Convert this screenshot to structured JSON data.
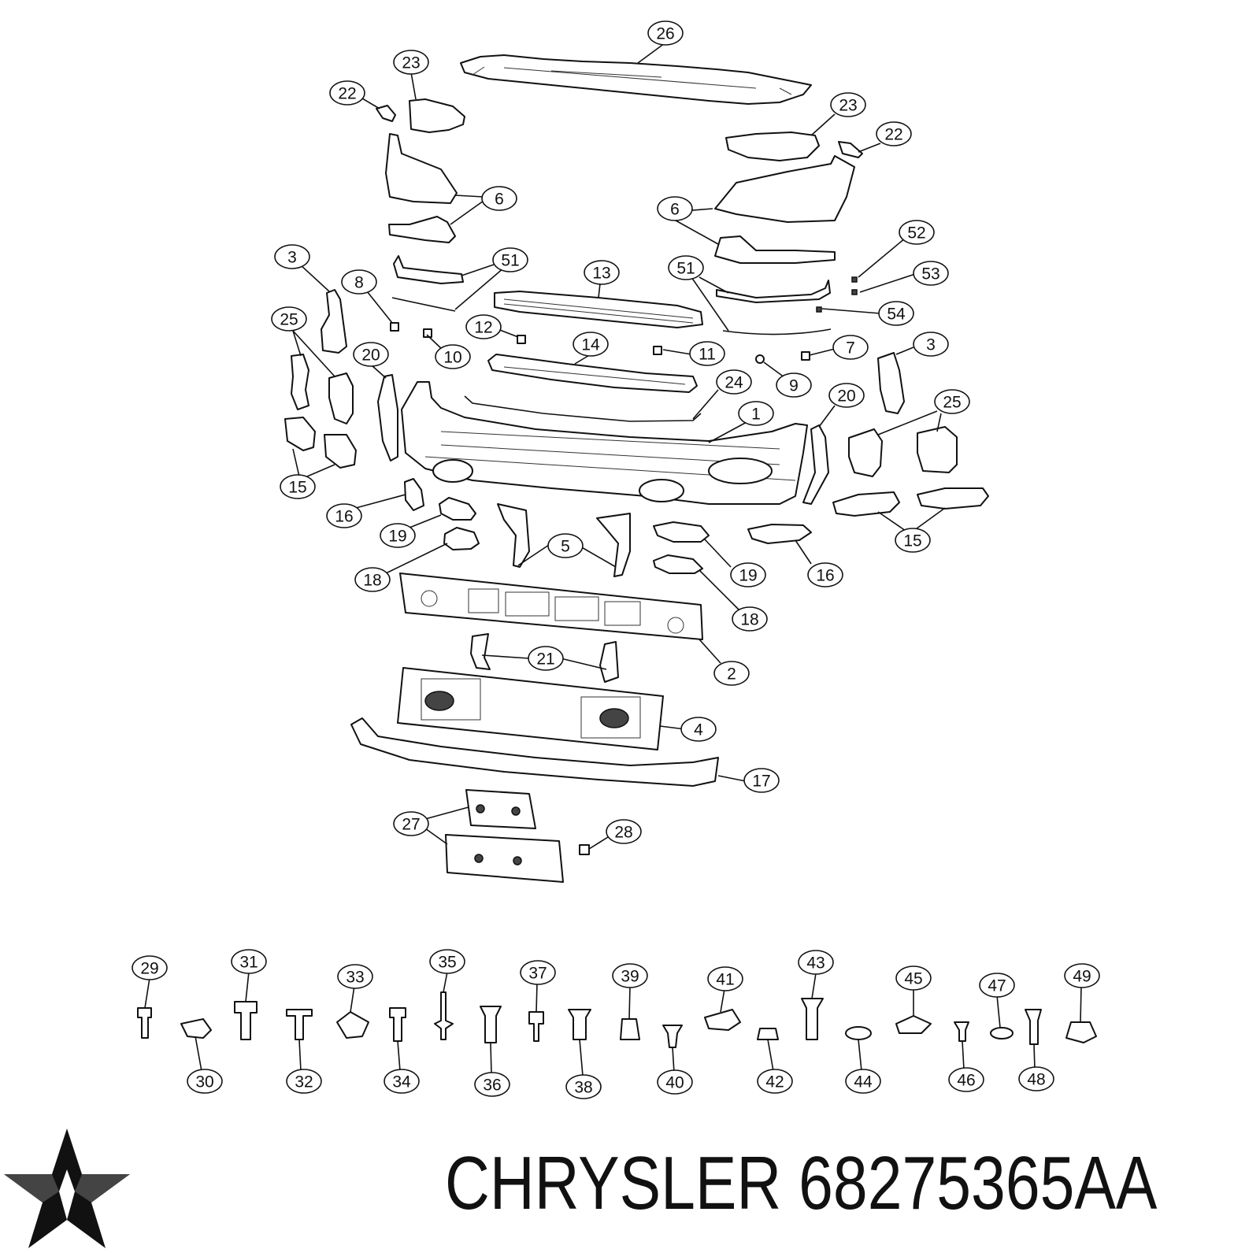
{
  "brand": "CHRYSLER",
  "part_number": "68275365AA",
  "logo_icon": "pentastar-icon",
  "callouts": [
    "1",
    "2",
    "3",
    "4",
    "5",
    "6",
    "7",
    "8",
    "9",
    "10",
    "11",
    "12",
    "13",
    "14",
    "15",
    "16",
    "17",
    "18",
    "19",
    "20",
    "21",
    "22",
    "23",
    "24",
    "25",
    "26",
    "27",
    "28",
    "29",
    "30",
    "31",
    "32",
    "33",
    "34",
    "35",
    "36",
    "37",
    "38",
    "39",
    "40",
    "41",
    "42",
    "43",
    "44",
    "45",
    "46",
    "47",
    "48",
    "49",
    "51",
    "52",
    "53",
    "54"
  ]
}
